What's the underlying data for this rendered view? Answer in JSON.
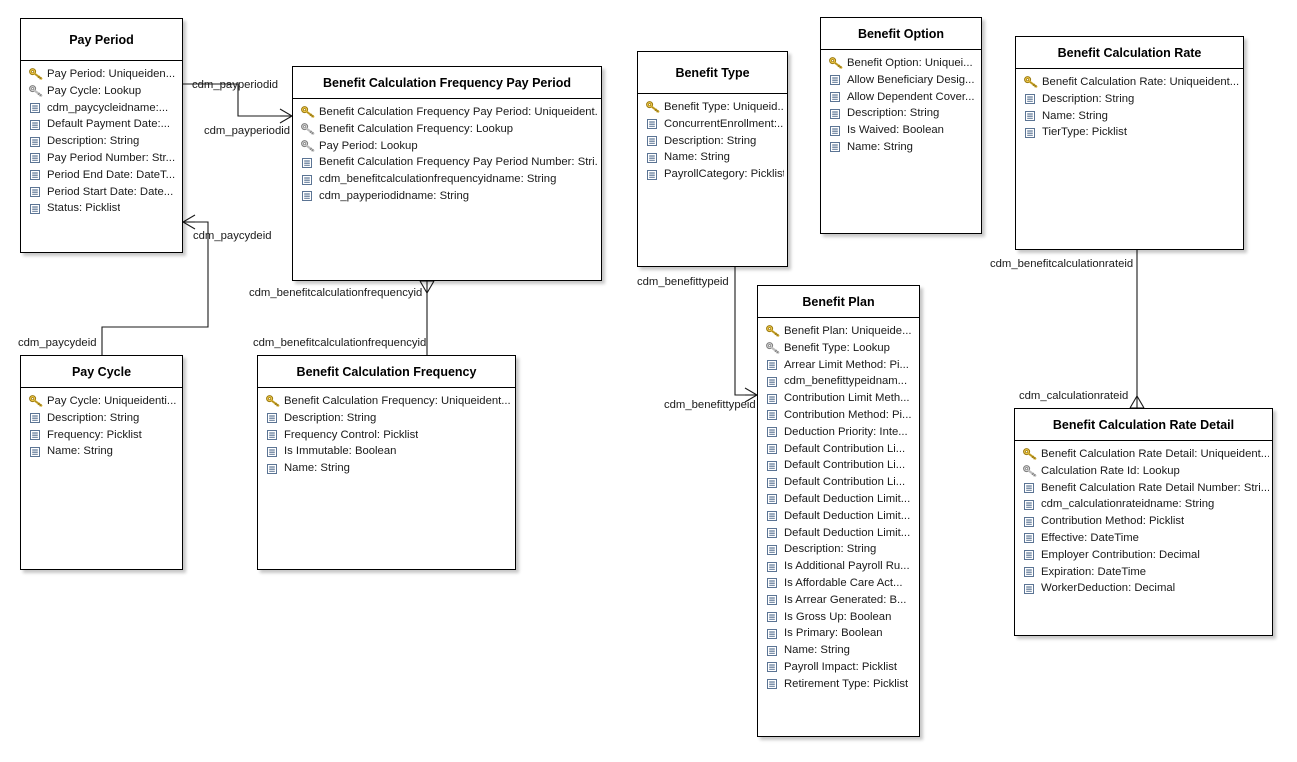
{
  "diagram": {
    "type": "entity-relationship-diagram",
    "background": "#ffffff",
    "line_color": "#1a1a1a",
    "pk_icon_color": "#e8bd3a",
    "fk_icon_color": "#a8a8a8",
    "attr_icon_color": "#6d86a8"
  },
  "entities": [
    {
      "id": "pay-period",
      "title": "Pay Period",
      "attributes": [
        {
          "icon": "primary-key-icon",
          "label": "Pay Period: Uniqueiden..."
        },
        {
          "icon": "lookup-key-icon",
          "label": "Pay Cycle: Lookup"
        },
        {
          "icon": "attribute-icon",
          "label": "cdm_paycycleidname:..."
        },
        {
          "icon": "attribute-icon",
          "label": "Default Payment Date:..."
        },
        {
          "icon": "attribute-icon",
          "label": "Description: String"
        },
        {
          "icon": "attribute-icon",
          "label": "Pay Period Number: Str..."
        },
        {
          "icon": "attribute-icon",
          "label": "Period End Date: DateT..."
        },
        {
          "icon": "attribute-icon",
          "label": "Period Start Date: Date..."
        },
        {
          "icon": "attribute-icon",
          "label": "Status: Picklist"
        }
      ]
    },
    {
      "id": "benefit-calculation-frequency-pay-period",
      "title": "Benefit Calculation Frequency Pay Period",
      "attributes": [
        {
          "icon": "primary-key-icon",
          "label": "Benefit Calculation Frequency Pay Period: Uniqueident..."
        },
        {
          "icon": "lookup-key-icon",
          "label": "Benefit Calculation Frequency: Lookup"
        },
        {
          "icon": "lookup-key-icon",
          "label": "Pay Period: Lookup"
        },
        {
          "icon": "attribute-icon",
          "label": "Benefit Calculation Frequency Pay Period Number: Stri..."
        },
        {
          "icon": "attribute-icon",
          "label": "cdm_benefitcalculationfrequencyidname: String"
        },
        {
          "icon": "attribute-icon",
          "label": "cdm_payperiodidname: String"
        }
      ]
    },
    {
      "id": "benefit-type",
      "title": "Benefit Type",
      "attributes": [
        {
          "icon": "primary-key-icon",
          "label": "Benefit Type: Uniqueid..."
        },
        {
          "icon": "attribute-icon",
          "label": "ConcurrentEnrollment:..."
        },
        {
          "icon": "attribute-icon",
          "label": "Description: String"
        },
        {
          "icon": "attribute-icon",
          "label": "Name: String"
        },
        {
          "icon": "attribute-icon",
          "label": "PayrollCategory: Picklist"
        }
      ]
    },
    {
      "id": "benefit-option",
      "title": "Benefit Option",
      "attributes": [
        {
          "icon": "primary-key-icon",
          "label": "Benefit Option: Uniquei..."
        },
        {
          "icon": "attribute-icon",
          "label": "Allow Beneficiary Desig..."
        },
        {
          "icon": "attribute-icon",
          "label": "Allow Dependent Cover..."
        },
        {
          "icon": "attribute-icon",
          "label": "Description: String"
        },
        {
          "icon": "attribute-icon",
          "label": "Is Waived: Boolean"
        },
        {
          "icon": "attribute-icon",
          "label": "Name: String"
        }
      ]
    },
    {
      "id": "benefit-calculation-rate",
      "title": "Benefit Calculation Rate",
      "attributes": [
        {
          "icon": "primary-key-icon",
          "label": "Benefit Calculation Rate: Uniqueident..."
        },
        {
          "icon": "attribute-icon",
          "label": "Description: String"
        },
        {
          "icon": "attribute-icon",
          "label": "Name: String"
        },
        {
          "icon": "attribute-icon",
          "label": "TierType: Picklist"
        }
      ]
    },
    {
      "id": "pay-cycle",
      "title": "Pay Cycle",
      "attributes": [
        {
          "icon": "primary-key-icon",
          "label": "Pay Cycle: Uniqueidenti..."
        },
        {
          "icon": "attribute-icon",
          "label": "Description: String"
        },
        {
          "icon": "attribute-icon",
          "label": "Frequency: Picklist"
        },
        {
          "icon": "attribute-icon",
          "label": "Name: String"
        }
      ]
    },
    {
      "id": "benefit-calculation-frequency",
      "title": "Benefit Calculation Frequency",
      "attributes": [
        {
          "icon": "primary-key-icon",
          "label": "Benefit Calculation Frequency: Uniqueident..."
        },
        {
          "icon": "attribute-icon",
          "label": "Description: String"
        },
        {
          "icon": "attribute-icon",
          "label": "Frequency Control: Picklist"
        },
        {
          "icon": "attribute-icon",
          "label": "Is Immutable: Boolean"
        },
        {
          "icon": "attribute-icon",
          "label": "Name: String"
        }
      ]
    },
    {
      "id": "benefit-plan",
      "title": "Benefit Plan",
      "attributes": [
        {
          "icon": "primary-key-icon",
          "label": "Benefit Plan: Uniqueide..."
        },
        {
          "icon": "lookup-key-icon",
          "label": "Benefit Type: Lookup"
        },
        {
          "icon": "attribute-icon",
          "label": "Arrear Limit Method: Pi..."
        },
        {
          "icon": "attribute-icon",
          "label": "cdm_benefittypeidnam..."
        },
        {
          "icon": "attribute-icon",
          "label": "Contribution Limit Meth..."
        },
        {
          "icon": "attribute-icon",
          "label": "Contribution Method: Pi..."
        },
        {
          "icon": "attribute-icon",
          "label": "Deduction Priority: Inte..."
        },
        {
          "icon": "attribute-icon",
          "label": "Default Contribution Li..."
        },
        {
          "icon": "attribute-icon",
          "label": "Default Contribution Li..."
        },
        {
          "icon": "attribute-icon",
          "label": "Default Contribution Li..."
        },
        {
          "icon": "attribute-icon",
          "label": "Default Deduction Limit..."
        },
        {
          "icon": "attribute-icon",
          "label": "Default Deduction Limit..."
        },
        {
          "icon": "attribute-icon",
          "label": "Default Deduction Limit..."
        },
        {
          "icon": "attribute-icon",
          "label": "Description: String"
        },
        {
          "icon": "attribute-icon",
          "label": "Is Additional Payroll Ru..."
        },
        {
          "icon": "attribute-icon",
          "label": "Is Affordable Care Act..."
        },
        {
          "icon": "attribute-icon",
          "label": "Is Arrear Generated: B..."
        },
        {
          "icon": "attribute-icon",
          "label": "Is Gross Up: Boolean"
        },
        {
          "icon": "attribute-icon",
          "label": "Is Primary: Boolean"
        },
        {
          "icon": "attribute-icon",
          "label": "Name: String"
        },
        {
          "icon": "attribute-icon",
          "label": "Payroll Impact: Picklist"
        },
        {
          "icon": "attribute-icon",
          "label": "Retirement Type: Picklist"
        }
      ]
    },
    {
      "id": "benefit-calculation-rate-detail",
      "title": "Benefit Calculation Rate Detail",
      "attributes": [
        {
          "icon": "primary-key-icon",
          "label": "Benefit Calculation Rate Detail: Uniqueident..."
        },
        {
          "icon": "lookup-key-icon",
          "label": "Calculation Rate Id: Lookup"
        },
        {
          "icon": "attribute-icon",
          "label": "Benefit Calculation Rate Detail Number: Stri..."
        },
        {
          "icon": "attribute-icon",
          "label": "cdm_calculationrateidname: String"
        },
        {
          "icon": "attribute-icon",
          "label": "Contribution Method: Picklist"
        },
        {
          "icon": "attribute-icon",
          "label": "Effective: DateTime"
        },
        {
          "icon": "attribute-icon",
          "label": "Employer Contribution: Decimal"
        },
        {
          "icon": "attribute-icon",
          "label": "Expiration: DateTime"
        },
        {
          "icon": "attribute-icon",
          "label": "WorkerDeduction: Decimal"
        }
      ]
    }
  ],
  "relationships": [
    {
      "id": "rel-payperiod-bcfpp-top",
      "label": "cdm_payperiodid"
    },
    {
      "id": "rel-payperiod-bcfpp-bottom",
      "label": "cdm_payperiodid"
    },
    {
      "id": "rel-payperiod-paycycle-top",
      "label": "cdm_paycydeid"
    },
    {
      "id": "rel-payperiod-paycycle-bottom",
      "label": "cdm_paycydeid"
    },
    {
      "id": "rel-bcfpp-bcf-top",
      "label": "cdm_benefitcalculationfrequencyid"
    },
    {
      "id": "rel-bcfpp-bcf-bottom",
      "label": "cdm_benefitcalculationfrequencyid"
    },
    {
      "id": "rel-benefittype-benefitplan-top",
      "label": "cdm_benefittypeid"
    },
    {
      "id": "rel-benefittype-benefitplan-bottom",
      "label": "cdm_benefittypeid"
    },
    {
      "id": "rel-bcr-bcrd-top",
      "label": "cdm_benefitcalculationrateid"
    },
    {
      "id": "rel-bcr-bcrd-bottom",
      "label": "cdm_calculationrateid"
    }
  ]
}
